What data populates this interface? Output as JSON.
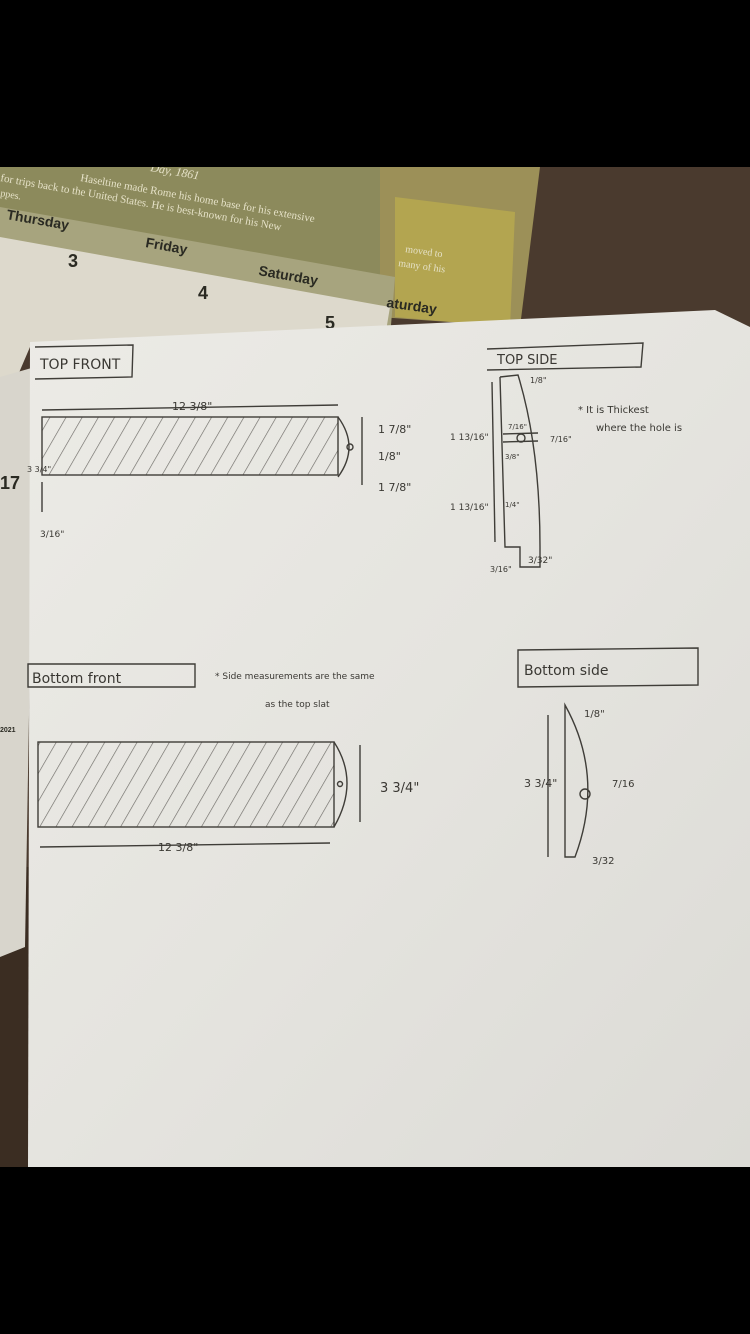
{
  "calendar": {
    "caption_lines": [
      "Haseltine made Rome his home base for his extensive",
      "for trips back to the United States. He is best-known for his New",
      "ppes.",
      "moved to",
      "many of his",
      "Day, 1861"
    ],
    "days": [
      "Thursday",
      "Friday",
      "Saturday",
      "aturday"
    ],
    "dates": [
      "3",
      "4",
      "5",
      "17"
    ],
    "small_year": "2021"
  },
  "sketch": {
    "top_front": {
      "title": "TOP FRONT",
      "length": "12 3/8\"",
      "dim_a": "1 7/8\"",
      "dim_hole": "1/8\"",
      "dim_b": "1 7/8\"",
      "height": "3 3/4\"",
      "dim_bottom": "3/16\""
    },
    "top_side": {
      "title": "TOP SIDE",
      "tip": "1/8\"",
      "upper": "1 13/16\"",
      "lower": "1 13/16\"",
      "hole_w": "7/16\"",
      "hole_side": "7/16\"",
      "inner_a": "3/8\"",
      "inner_b": "1/4\"",
      "foot": "3/32\"",
      "base": "3/16\"",
      "note_1": "* It is Thickest",
      "note_2": "where the hole is"
    },
    "bottom_front": {
      "title": "Bottom front",
      "height": "3 3/4\"",
      "length": "12 3/8\"",
      "note_1": "* Side measurements are the same",
      "note_2": "as the top slat"
    },
    "bottom_side": {
      "title": "Bottom side",
      "tip": "1/8\"",
      "height": "3 3/4\"",
      "hole": "7/16",
      "foot": "3/32"
    }
  }
}
